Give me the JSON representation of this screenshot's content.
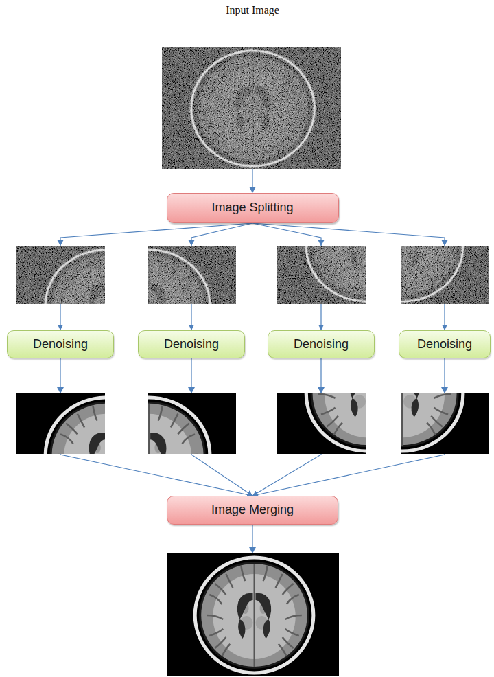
{
  "diagram": {
    "title": "Input Image",
    "nodes": [
      {
        "text": [
          "Image Splitting"
        ]
      },
      {
        "text": [
          "Denoising"
        ]
      },
      {
        "text": [
          "Denoising"
        ]
      },
      {
        "text": [
          "Denoising"
        ]
      },
      {
        "text": [
          "Denoising"
        ]
      },
      {
        "text": [
          "Image Merging"
        ]
      }
    ],
    "edges": [
      {
        "from": 0,
        "to": 1,
        "arrow": "to"
      },
      {
        "from": 0,
        "to": 2,
        "arrow": "to"
      },
      {
        "from": 0,
        "to": 3,
        "arrow": "to"
      },
      {
        "from": 0,
        "to": 4,
        "arrow": "to"
      },
      {
        "from": 1,
        "to": 5,
        "arrow": "to"
      },
      {
        "from": 2,
        "to": 5,
        "arrow": "to"
      },
      {
        "from": 3,
        "to": 5,
        "arrow": "to"
      },
      {
        "from": 4,
        "to": 5,
        "arrow": "to"
      }
    ]
  }
}
